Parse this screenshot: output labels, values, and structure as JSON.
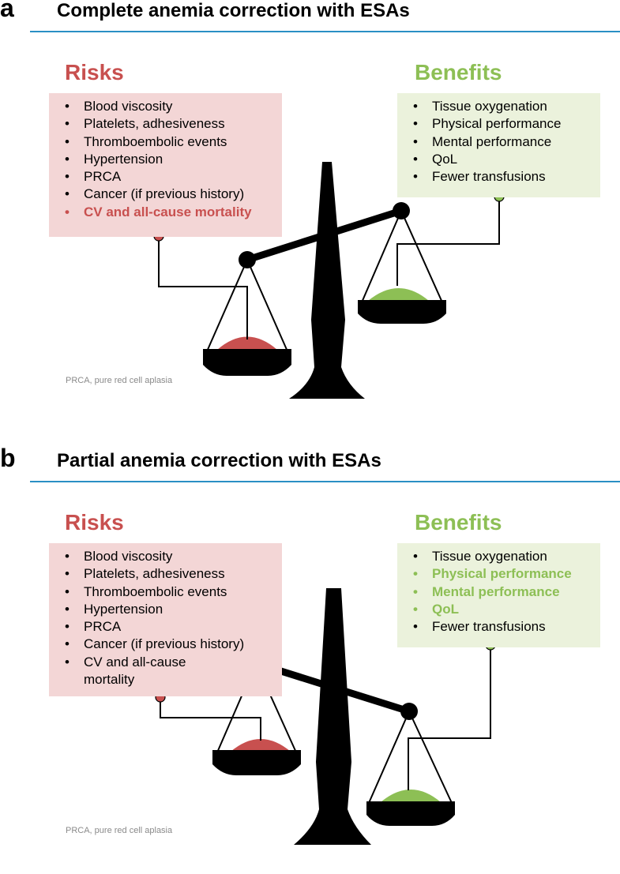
{
  "panel_a": {
    "letter": "a",
    "title": "Complete anemia correction with ESAs",
    "risks_heading": "Risks",
    "benefits_heading": "Benefits",
    "risks": [
      {
        "text": "Blood viscosity",
        "highlight": false
      },
      {
        "text": "Platelets, adhesiveness",
        "highlight": false
      },
      {
        "text": "Thromboembolic events",
        "highlight": false
      },
      {
        "text": "Hypertension",
        "highlight": false
      },
      {
        "text": "PRCA",
        "highlight": false
      },
      {
        "text": "Cancer (if previous history)",
        "highlight": false
      },
      {
        "text": "CV and all-cause mortality",
        "highlight": true
      }
    ],
    "benefits": [
      {
        "text": "Tissue oxygenation",
        "highlight": false
      },
      {
        "text": "Physical performance",
        "highlight": false
      },
      {
        "text": "Mental performance",
        "highlight": false
      },
      {
        "text": "QoL",
        "highlight": false
      },
      {
        "text": "Fewer transfusions",
        "highlight": false
      }
    ],
    "footnote": "PRCA, pure red cell aplasia"
  },
  "panel_b": {
    "letter": "b",
    "title": "Partial anemia correction with ESAs",
    "risks_heading": "Risks",
    "benefits_heading": "Benefits",
    "risks": [
      {
        "text": "Blood viscosity",
        "highlight": false
      },
      {
        "text": "Platelets, adhesiveness",
        "highlight": false
      },
      {
        "text": "Thromboembolic events",
        "highlight": false
      },
      {
        "text": "Hypertension",
        "highlight": false
      },
      {
        "text": "PRCA",
        "highlight": false
      },
      {
        "text": "Cancer (if previous history)",
        "highlight": false
      },
      {
        "text": "CV and all-cause mortality",
        "highlight": false
      }
    ],
    "benefits": [
      {
        "text": "Tissue oxygenation",
        "highlight": false
      },
      {
        "text": "Physical performance",
        "highlight": true
      },
      {
        "text": "Mental performance",
        "highlight": true
      },
      {
        "text": "QoL",
        "highlight": true
      },
      {
        "text": "Fewer transfusions",
        "highlight": false
      }
    ],
    "footnote": "PRCA, pure red cell aplasia"
  },
  "colors": {
    "risk": "#c8504f",
    "benefit": "#8dbf55",
    "risk_box": "#f3d6d6",
    "benefit_box": "#ebf2dc",
    "rule": "#2a8fc4",
    "scale": "#000000"
  }
}
